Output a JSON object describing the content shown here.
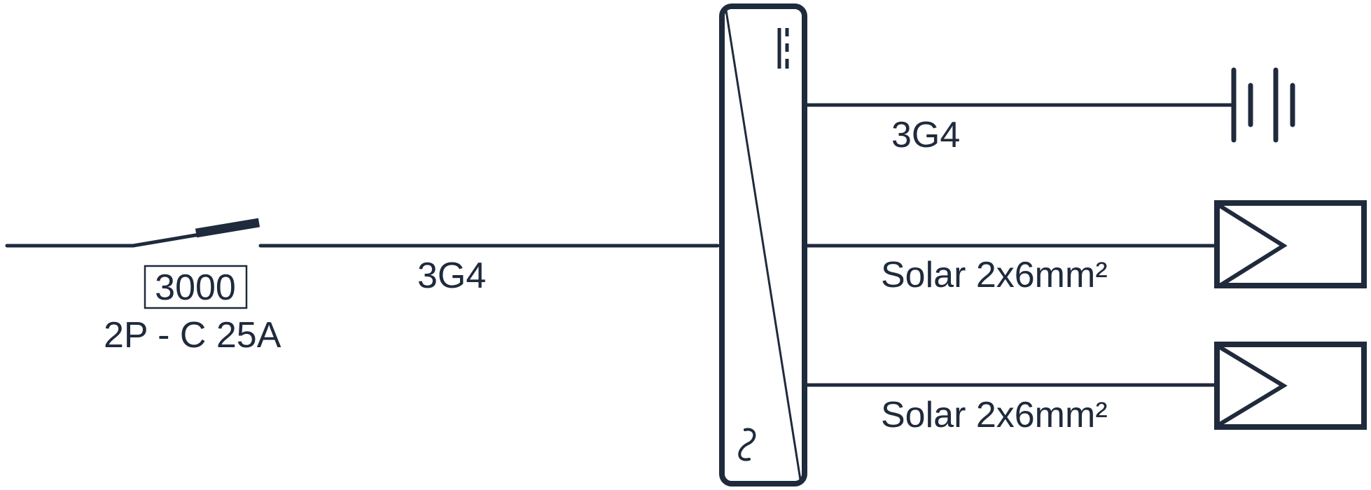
{
  "breaker": {
    "rating_code": "3000",
    "spec": "2P - C 25A"
  },
  "cables": {
    "supply": "3G4",
    "earth": "3G4",
    "string_1": "Solar 2x6mm²",
    "string_2": "Solar 2x6mm²"
  },
  "colors": {
    "stroke": "#1f2a3c",
    "background": "#ffffff"
  },
  "icons": {
    "switch": "circuit-breaker-switch-icon",
    "inverter": "inverter-icon",
    "dc": "dc-symbol-icon",
    "ac": "ac-sine-icon",
    "battery": "battery-icon",
    "panel": "solar-panel-icon"
  }
}
